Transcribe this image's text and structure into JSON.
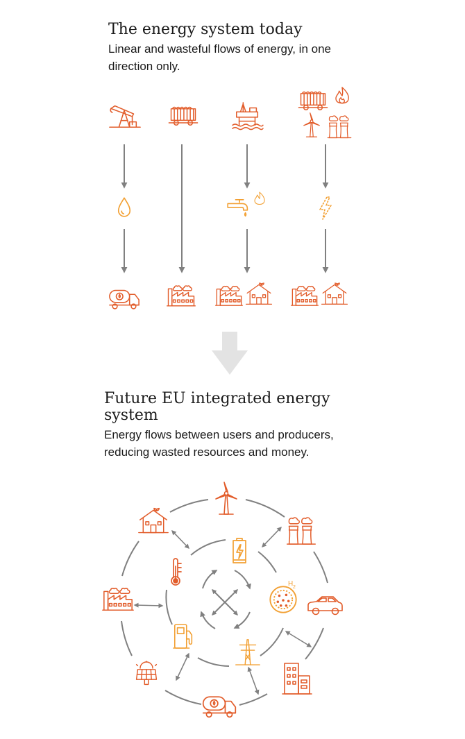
{
  "today": {
    "title": "The energy system today",
    "subtitle": "Linear and wasteful flows of energy, in one direction only."
  },
  "future": {
    "title": "Future EU integrated energy system",
    "subtitle": "Energy flows between users and producers, reducing wasted resources and money."
  },
  "icons": {
    "hydrogen_label": "H",
    "hydrogen_subscript": "2"
  },
  "colors": {
    "red_orange": "#e25c2a",
    "amber": "#f2a033",
    "arrow_gray": "#808080",
    "big_arrow": "#e3e3e3"
  }
}
